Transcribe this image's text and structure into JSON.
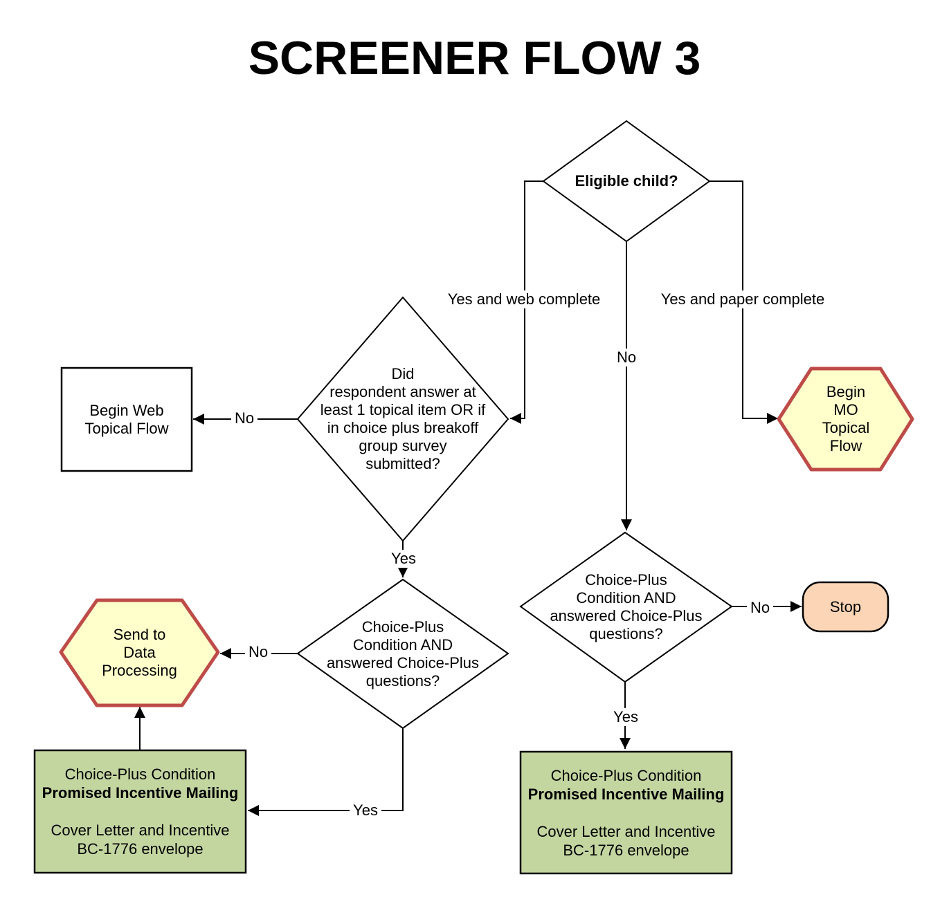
{
  "title": "SCREENER FLOW 3",
  "colors": {
    "hex_fill": "#FFFFCC",
    "hex_border": "#BE4B48",
    "stop_fill": "#FBD5B5",
    "green_fill": "#C4D6A0",
    "line": "#000000"
  },
  "nodes": {
    "eligible_child": {
      "label": "Eligible child?"
    },
    "web_respondent": {
      "label": "Did\nrespondent answer at\nleast 1 topical item OR if\nin choice plus breakoff\ngroup survey\nsubmitted?"
    },
    "begin_web": {
      "label": "Begin Web\nTopical Flow"
    },
    "begin_mo": {
      "label": "Begin\nMO\nTopical\nFlow"
    },
    "choice_plus_right": {
      "label": "Choice-Plus\nCondition AND\nanswered Choice-Plus\nquestions?"
    },
    "stop": {
      "label": "Stop"
    },
    "choice_plus_left": {
      "label": "Choice-Plus\nCondition AND\nanswered Choice-Plus\nquestions?"
    },
    "send_to_dp": {
      "label": "Send to\nData\nProcessing"
    },
    "incentive_left": {
      "line1": "Choice-Plus Condition",
      "line2": "Promised Incentive Mailing",
      "line3": "Cover Letter and Incentive",
      "line4": "BC-1776 envelope"
    },
    "incentive_right": {
      "line1": "Choice-Plus Condition",
      "line2": "Promised Incentive Mailing",
      "line3": "Cover Letter and Incentive",
      "line4": "BC-1776 envelope"
    }
  },
  "edge_labels": {
    "yes_web": "Yes and web complete",
    "yes_paper": "Yes and paper complete",
    "no_center": "No",
    "no_to_begin_web": "No",
    "yes_to_left_diamond": "Yes",
    "no_to_dp": "No",
    "no_to_stop": "No",
    "yes_to_right_box": "Yes",
    "yes_to_left_box": "Yes"
  }
}
